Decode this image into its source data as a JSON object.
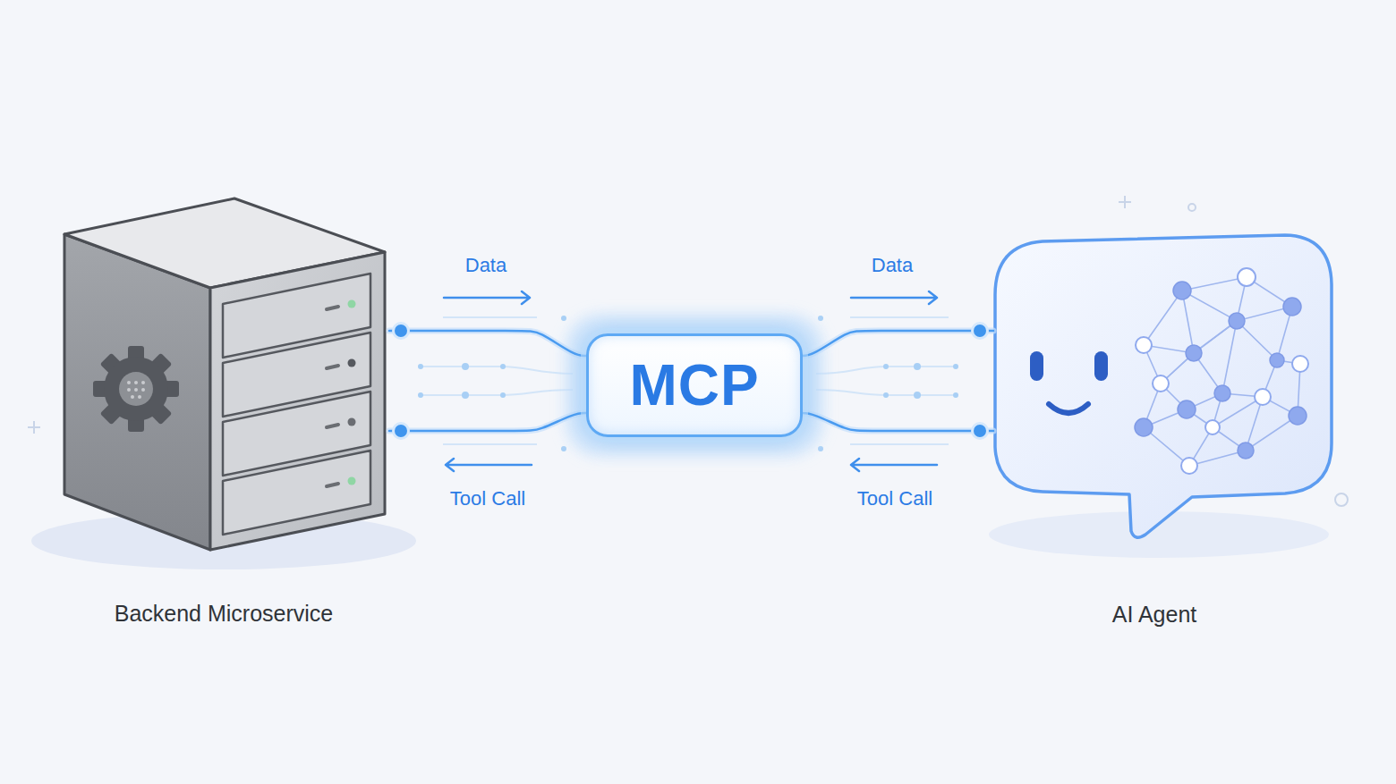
{
  "diagram": {
    "nodes": [
      {
        "text": [
          "Backend Microservice"
        ]
      },
      {
        "text": [
          "MCP"
        ]
      },
      {
        "text": [
          "AI Agent"
        ]
      }
    ],
    "edges": [
      {
        "from": 0,
        "to": 1,
        "label": "Data",
        "arrow": "to"
      },
      {
        "from": 1,
        "to": 0,
        "label": "Tool Call",
        "arrow": "to"
      },
      {
        "from": 1,
        "to": 2,
        "label": "Data",
        "arrow": "to"
      },
      {
        "from": 2,
        "to": 1,
        "label": "Tool Call",
        "arrow": "to"
      }
    ]
  }
}
